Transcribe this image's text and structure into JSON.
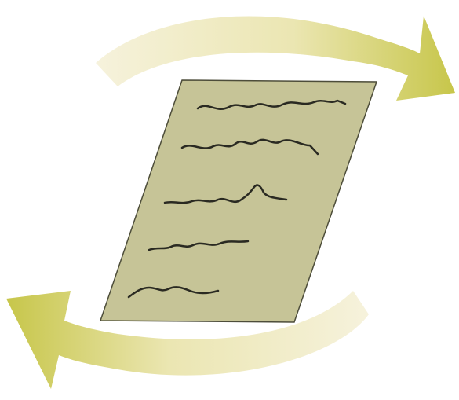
{
  "illustration": {
    "subject": "handwritten-document-cycle",
    "colors": {
      "background": "#ffffff",
      "arrow_start": "#f6f2dc",
      "arrow_end": "#c7c64a",
      "paper_fill": "#c6c497",
      "paper_stroke": "#4d4d3a",
      "scribble_stroke": "#2a2a22"
    },
    "arrows": [
      {
        "icon": "curved-arrow-right",
        "direction": "clockwise-top"
      },
      {
        "icon": "curved-arrow-left",
        "direction": "clockwise-bottom"
      }
    ],
    "scribble_line_count": 5
  }
}
